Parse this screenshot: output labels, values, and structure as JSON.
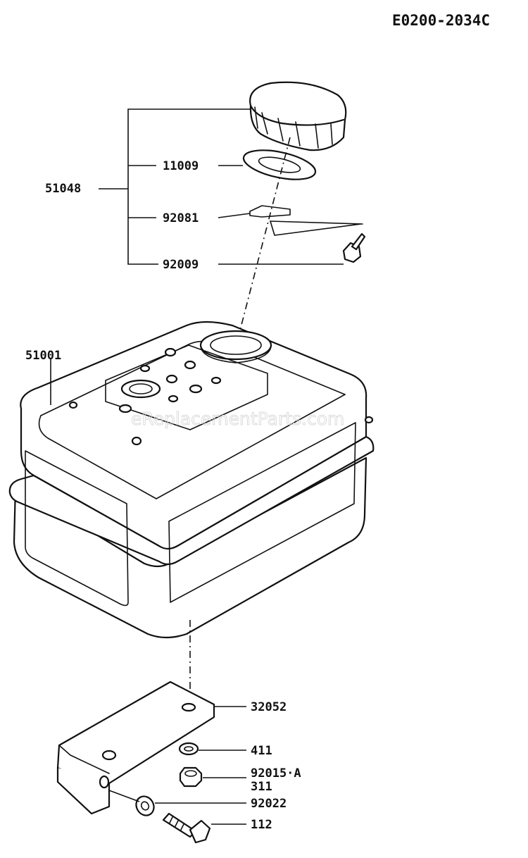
{
  "diagram": {
    "code": "E0200-2034C",
    "watermark": "eReplacementParts.com",
    "parts": {
      "p51048": "51048",
      "p11009": "11009",
      "p92081": "92081",
      "p92009": "92009",
      "p51001": "51001",
      "p32052": "32052",
      "p411": "411",
      "p92015a": "92015·A",
      "p311": "311",
      "p92022": "92022",
      "p112": "112"
    }
  }
}
